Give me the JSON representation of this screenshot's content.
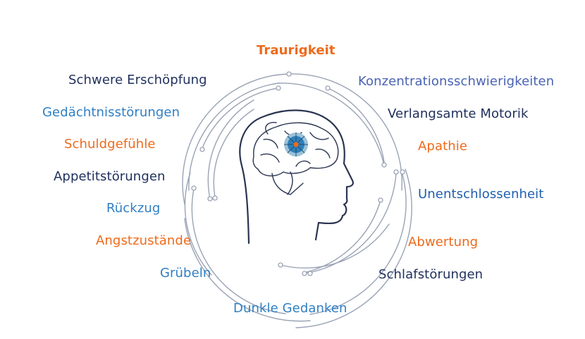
{
  "colors": {
    "navy": "#1f2f5c",
    "blue": "#2f7fc3",
    "indigo": "#4a62b3",
    "deep_blue": "#1f5fae",
    "orange": "#ee6a1b",
    "line_gray": "#9aa3b5",
    "head_outline": "#2a3552"
  },
  "icons": [
    "head-profile-icon",
    "brain-icon",
    "brain-focus-icon"
  ],
  "center": {
    "label": "Traurigkeit"
  },
  "left_labels": [
    "Schwere Erschöpfung",
    "Gedächtnisstörungen",
    "Schuldgefühle",
    "Appetitstörungen",
    "Rückzug",
    "Angstzustände",
    "Grübeln"
  ],
  "right_labels": [
    "Konzentrationsschwierigkeiten",
    "Verlangsamte Motorik",
    "Apathie",
    "Unentschlossenheit",
    "Abwertung",
    "Schlafstörungen"
  ],
  "bottom_label": "Dunkle Gedanken"
}
